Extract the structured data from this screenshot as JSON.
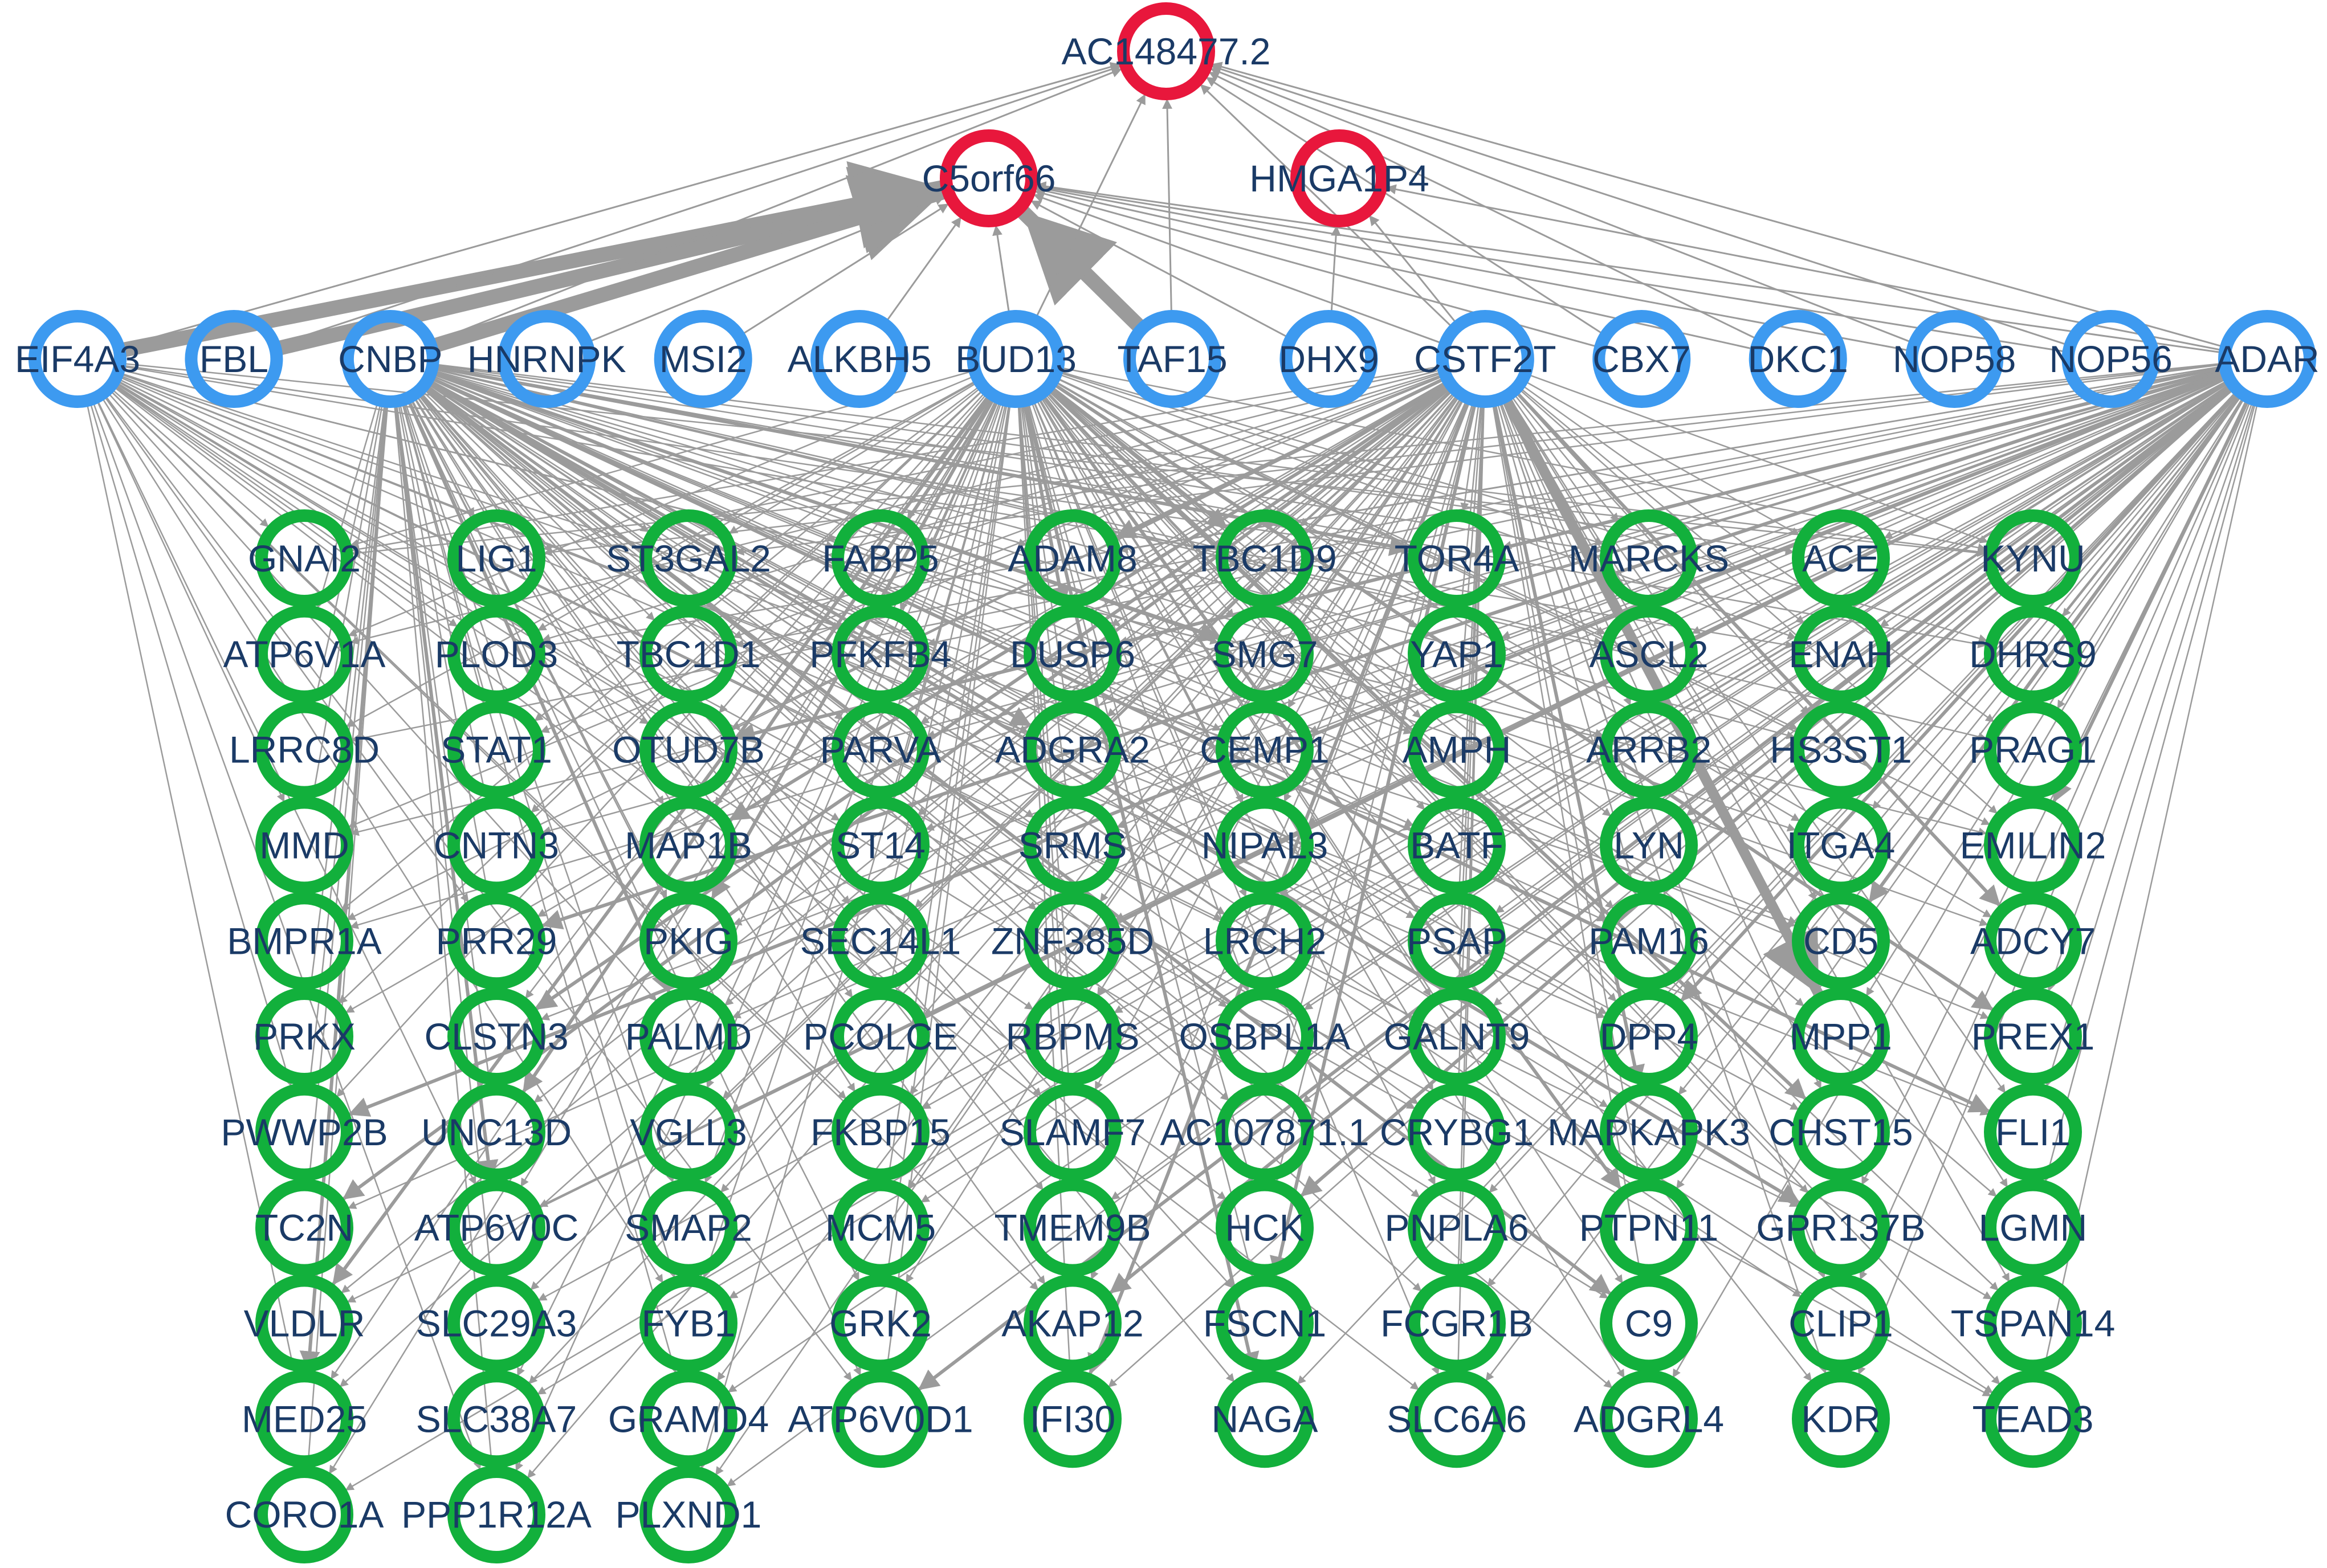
{
  "colors": {
    "lncrna": "#e8173c",
    "rbp": "#3d9af0",
    "gene": "#12b03c",
    "edge": "#9b9b9b",
    "label": "#1a3a66"
  },
  "lncrnas": [
    "AC148477.2",
    "C5orf66",
    "HMGA1P4"
  ],
  "rbps": [
    "EIF4A3",
    "FBL",
    "CNBP",
    "HNRNPK",
    "MSI2",
    "ALKBH5",
    "BUD13",
    "TAF15",
    "DHX9",
    "CSTF2T",
    "CBX7",
    "DKC1",
    "NOP58",
    "NOP56",
    "ADAR"
  ],
  "gene_columns": [
    [
      "GNAI2",
      "ATP6V1A",
      "LRRC8D",
      "MMD",
      "BMPR1A",
      "PRKX",
      "PWWP2B",
      "TC2N",
      "VLDLR",
      "MED25",
      "CORO1A"
    ],
    [
      "LIG1",
      "PLOD3",
      "STAT1",
      "CNTN3",
      "PRR29",
      "CLSTN3",
      "UNC13D",
      "ATP6V0C",
      "SLC29A3",
      "SLC38A7",
      "PPP1R12A"
    ],
    [
      "ST3GAL2",
      "TBC1D1",
      "OTUD7B",
      "MAP1B",
      "PKIG",
      "PALMD",
      "VGLL3",
      "SMAP2",
      "FYB1",
      "GRAMD4",
      "PLXND1"
    ],
    [
      "FABP5",
      "PFKFB4",
      "PARVA",
      "ST14",
      "SEC14L1",
      "PCOLCE",
      "FKBP15",
      "MCM5",
      "GRK2",
      "ATP6V0D1"
    ],
    [
      "ADAM8",
      "DUSP6",
      "ADGRA2",
      "SRMS",
      "ZNF385D",
      "RBPMS",
      "SLAMF7",
      "TMEM9B",
      "AKAP12",
      "IFI30"
    ],
    [
      "TBC1D9",
      "SMG7",
      "CEMP1",
      "NIPAL3",
      "LRCH2",
      "OSBPL1A",
      "AC107871.1",
      "HCK",
      "FSCN1",
      "NAGA"
    ],
    [
      "TOR4A",
      "YAP1",
      "AMPH",
      "BATF",
      "PSAP",
      "GALNT9",
      "CRYBG1",
      "PNPLA6",
      "FCGR1B",
      "SLC6A6"
    ],
    [
      "MARCKS",
      "ASCL2",
      "ARRB2",
      "LYN",
      "PAM16",
      "DPP4",
      "MAPKAPK3",
      "PTPN11",
      "C9",
      "ADGRL4"
    ],
    [
      "ACE",
      "ENAH",
      "HS3ST1",
      "ITGA4",
      "CD5",
      "MPP1",
      "CHST15",
      "GPR137B",
      "CLIP1",
      "KDR"
    ],
    [
      "KYNU",
      "DHRS9",
      "PRAG1",
      "EMILIN2",
      "ADCY7",
      "PREX1",
      "FLI1",
      "LGMN",
      "TSPAN14",
      "TEAD3"
    ]
  ],
  "rbp_to_lncrna_edges": [
    [
      "EIF4A3",
      "C5orf66"
    ],
    [
      "FBL",
      "C5orf66"
    ],
    [
      "CNBP",
      "C5orf66"
    ],
    [
      "HNRNPK",
      "C5orf66"
    ],
    [
      "MSI2",
      "C5orf66"
    ],
    [
      "ALKBH5",
      "C5orf66"
    ],
    [
      "BUD13",
      "C5orf66"
    ],
    [
      "TAF15",
      "C5orf66"
    ],
    [
      "DHX9",
      "C5orf66"
    ],
    [
      "CSTF2T",
      "C5orf66"
    ],
    [
      "CBX7",
      "C5orf66"
    ],
    [
      "DKC1",
      "C5orf66"
    ],
    [
      "NOP58",
      "C5orf66"
    ],
    [
      "NOP56",
      "C5orf66"
    ],
    [
      "ADAR",
      "C5orf66"
    ],
    [
      "EIF4A3",
      "AC148477.2"
    ],
    [
      "FBL",
      "AC148477.2"
    ],
    [
      "CNBP",
      "AC148477.2"
    ],
    [
      "BUD13",
      "AC148477.2"
    ],
    [
      "TAF15",
      "AC148477.2"
    ],
    [
      "CSTF2T",
      "AC148477.2"
    ],
    [
      "CBX7",
      "AC148477.2"
    ],
    [
      "DKC1",
      "AC148477.2"
    ],
    [
      "NOP58",
      "AC148477.2"
    ],
    [
      "NOP56",
      "AC148477.2"
    ],
    [
      "ADAR",
      "AC148477.2"
    ],
    [
      "DHX9",
      "HMGA1P4"
    ],
    [
      "CSTF2T",
      "HMGA1P4"
    ],
    [
      "ADAR",
      "HMGA1P4"
    ]
  ],
  "thick_edges": [
    [
      "EIF4A3",
      "C5orf66"
    ],
    [
      "FBL",
      "C5orf66"
    ],
    [
      "CNBP",
      "C5orf66"
    ],
    [
      "TAF15",
      "C5orf66"
    ],
    [
      "CSTF2T",
      "MPP1"
    ]
  ],
  "hub_rbps": [
    "CNBP",
    "BUD13",
    "CSTF2T",
    "ADAR"
  ]
}
